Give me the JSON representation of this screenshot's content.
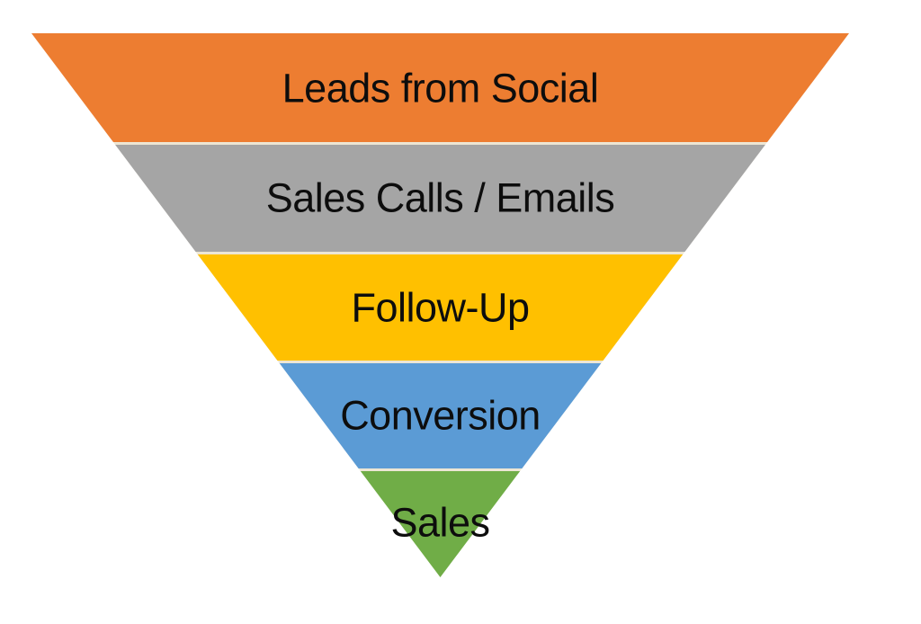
{
  "page": {
    "background_color": "#ffffff"
  },
  "funnel": {
    "type": "funnel",
    "direction": "inverted",
    "separator_color": "#EDE6D4",
    "label_text_color": "#0d0d0d",
    "stages": [
      {
        "label": "Leads from Social",
        "color": "#ED7D31"
      },
      {
        "label": "Sales Calls / Emails",
        "color": "#A5A5A5"
      },
      {
        "label": "Follow-Up",
        "color": "#FFC000"
      },
      {
        "label": "Conversion",
        "color": "#5B9BD5"
      },
      {
        "label": "Sales",
        "color": "#70AD47"
      }
    ]
  }
}
